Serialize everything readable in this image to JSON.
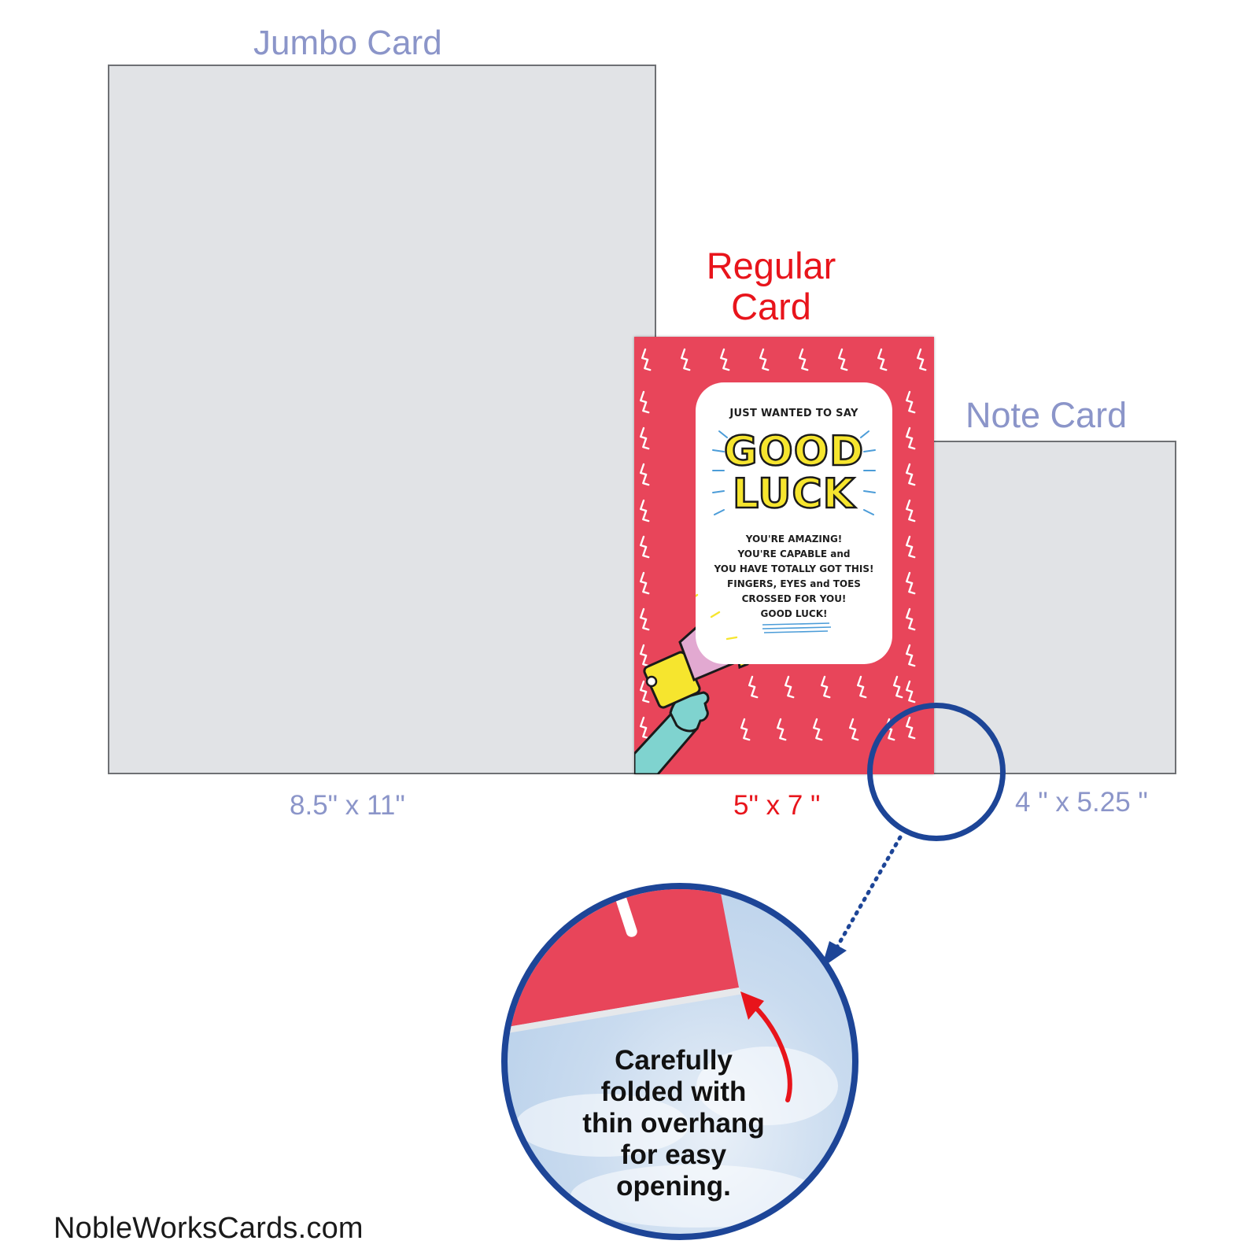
{
  "cards": {
    "jumbo": {
      "title": "Jumbo Card",
      "size": "8.5\"   x 11\""
    },
    "regular": {
      "title_line1": "Regular",
      "title_line2": "Card",
      "size": "5\" x 7 \""
    },
    "note": {
      "title": "Note Card",
      "size": "4 \" x 5.25 \""
    }
  },
  "card_front": {
    "intro": "JUST WANTED TO SAY",
    "headline_1": "GOOD",
    "headline_2": "LUCK",
    "lines": [
      "YOU'RE AMAZING!",
      "YOU'RE CAPABLE and",
      "YOU HAVE TOTALLY GOT THIS!",
      "FINGERS, EYES and TOES",
      "CROSSED FOR YOU!",
      "GOOD LUCK!"
    ]
  },
  "zoom_detail": {
    "lines": [
      "Carefully",
      "folded with",
      "thin overhang",
      "for easy",
      "opening."
    ]
  },
  "footer": {
    "site": "NobleWorksCards.com"
  },
  "colors": {
    "label_blue": "#8b95c9",
    "label_red": "#e8141b",
    "card_red": "#e8455a",
    "ring_blue": "#1d4597",
    "arrow_red": "#e8141b",
    "card_gray": "#e1e3e6"
  }
}
